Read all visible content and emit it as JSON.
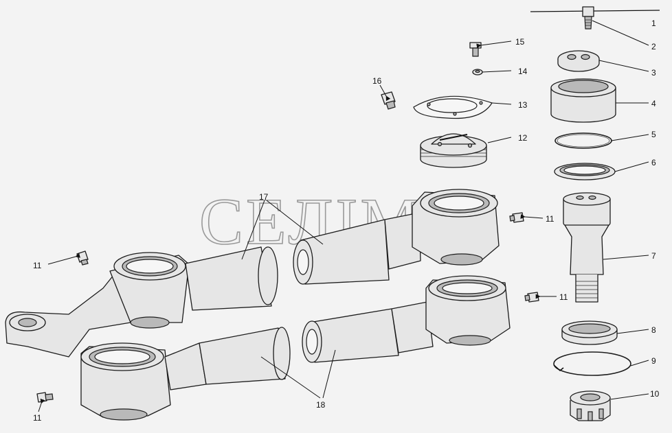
{
  "watermark": "СЕЛІМ",
  "callouts": {
    "c1": "1",
    "c2": "2",
    "c3": "3",
    "c4": "4",
    "c5": "5",
    "c6": "6",
    "c7": "7",
    "c8": "8",
    "c9": "9",
    "c10": "10",
    "c11a": "11",
    "c11b": "11",
    "c11c": "11",
    "c11d": "11",
    "c12": "12",
    "c13": "13",
    "c14": "14",
    "c15": "15",
    "c16": "16",
    "c17": "17",
    "c18": "18"
  },
  "colors": {
    "line": "#1c1c1c",
    "fill": "#e6e6e6",
    "background": "#f3f3f3",
    "watermark": "#8a8a8a"
  }
}
